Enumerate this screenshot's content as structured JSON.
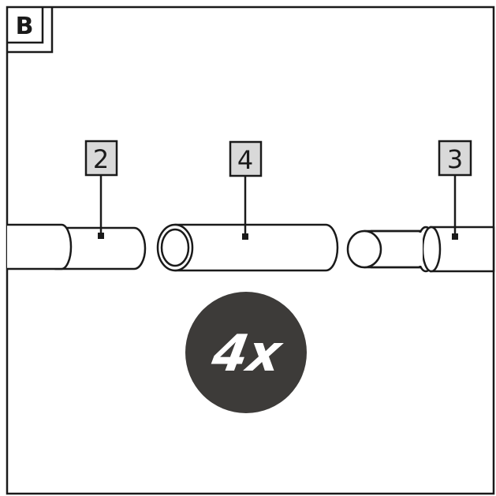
{
  "panel": {
    "label": "B"
  },
  "callouts": [
    {
      "id": "left-tube",
      "number": "2"
    },
    {
      "id": "middle-tube",
      "number": "4"
    },
    {
      "id": "right-tube",
      "number": "3"
    }
  ],
  "quantity_badge": {
    "text": "4x",
    "color": "#3d3b39"
  },
  "colors": {
    "line": "#1a1a1a",
    "callout_fill": "#d9d9d9",
    "background": "#ffffff"
  }
}
